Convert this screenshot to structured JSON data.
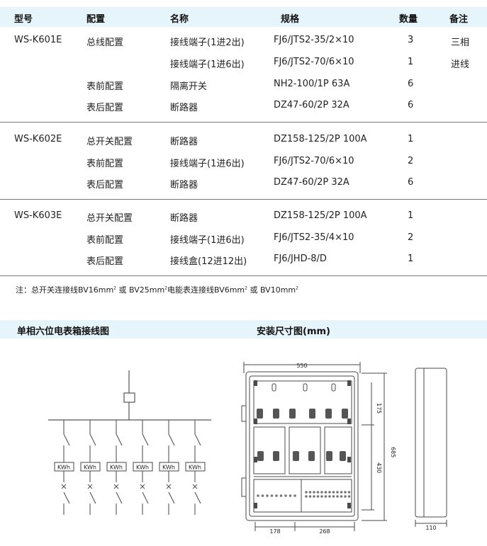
{
  "table": {
    "headers": [
      "型号",
      "配置",
      "名称",
      "规格",
      "数量",
      "备注"
    ],
    "rows": [
      {
        "model": "WS-K601E",
        "config": "总线配置",
        "name": "接线端子(1进2出)",
        "spec": "FJ6/JTS2-35/2×10",
        "qty": "3",
        "remark": "三相"
      },
      {
        "model": "",
        "config": "",
        "name": "接线端子(1进6出)",
        "spec": "FJ6/JTS2-70/6×10",
        "qty": "1",
        "remark": "进线"
      },
      {
        "model": "",
        "config": "表前配置",
        "name": "隔离开关",
        "spec": "NH2-100/1P 63A",
        "qty": "6",
        "remark": ""
      },
      {
        "model": "",
        "config": "表后配置",
        "name": "断路器",
        "spec": "DZ47-60/2P 32A",
        "qty": "6",
        "remark": ""
      },
      {
        "model": "WS-K602E",
        "config": "总开关配置",
        "name": "断路器",
        "spec": "DZ158-125/2P 100A",
        "qty": "1",
        "remark": ""
      },
      {
        "model": "",
        "config": "表前配置",
        "name": "接线端子(1进6出)",
        "spec": "FJ6/JTS2-70/6×10",
        "qty": "2",
        "remark": ""
      },
      {
        "model": "",
        "config": "表后配置",
        "name": "断路器",
        "spec": "DZ47-60/2P 32A",
        "qty": "6",
        "remark": ""
      },
      {
        "model": "WS-K603E",
        "config": "总开关配置",
        "name": "断路器",
        "spec": "DZ158-125/2P 100A",
        "qty": "1",
        "remark": ""
      },
      {
        "model": "",
        "config": "表前配置",
        "name": "接线端子(1进6出)",
        "spec": "FJ6/JTS2-35/4×10",
        "qty": "2",
        "remark": ""
      },
      {
        "model": "",
        "config": "表后配置",
        "name": "接线盒(12进12出)",
        "spec": "FJ6/JHD-8/D",
        "qty": "1",
        "remark": ""
      }
    ]
  },
  "note": {
    "prefix": "注：总开关连接线BV16mm",
    "mid1": " 或 BV25mm",
    "mid2": "电能表连接线BV6mm",
    "mid3": " 或 BV10mm",
    "sup": "2"
  },
  "sections": {
    "wiring_title": "单相六位电表箱接线图",
    "dims_title": "安装尺寸图(mm)"
  },
  "wiring": {
    "meter_label": "KWh",
    "meter_count": 6
  },
  "dims": {
    "width": "550",
    "height": "685",
    "upper": "175",
    "lower": "430",
    "bottom_left": "178",
    "bottom_right": "268",
    "depth": "110"
  },
  "colors": {
    "header_bg": "#e6f4fb",
    "line": "#555555",
    "dim": "#4a4a4a"
  }
}
